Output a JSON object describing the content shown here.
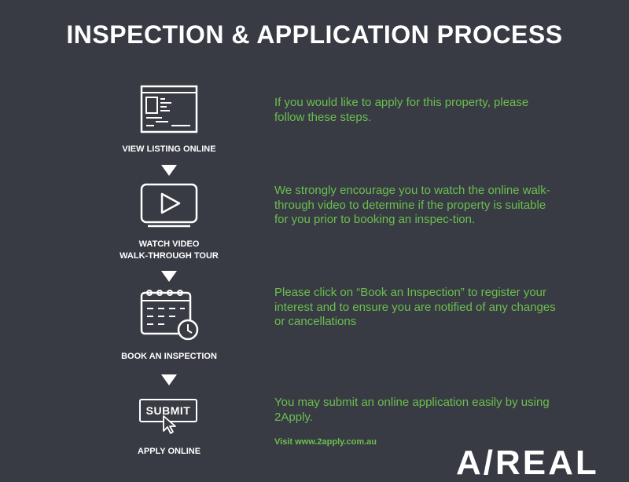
{
  "title": "INSPECTION & APPLICATION PROCESS",
  "steps": [
    {
      "icon": "browser-listing-icon",
      "label": "VIEW LISTING ONLINE",
      "description": "If you would like to apply for this property, please follow these steps."
    },
    {
      "icon": "video-play-icon",
      "label_line1": "WATCH VIDEO",
      "label_line2": "WALK-THROUGH TOUR",
      "description": "We strongly encourage you to watch the online walk-through video to determine if the property is suitable for you prior to booking an inspec-tion."
    },
    {
      "icon": "calendar-clock-icon",
      "label": "BOOK AN INSPECTION",
      "description": "Please click on “Book an Inspection” to register your interest and to ensure you are notified of any changes or cancellations"
    },
    {
      "icon": "submit-button-icon",
      "icon_text": "SUBMIT",
      "label": "APPLY ONLINE",
      "description": "You may submit an online application easily by using 2Apply."
    }
  ],
  "visit_link": "Visit www.2apply.com.au",
  "logo_text": "A/REAL",
  "colors": {
    "background": "#383b43",
    "accent": "#6bbf4e",
    "text": "#ffffff"
  }
}
